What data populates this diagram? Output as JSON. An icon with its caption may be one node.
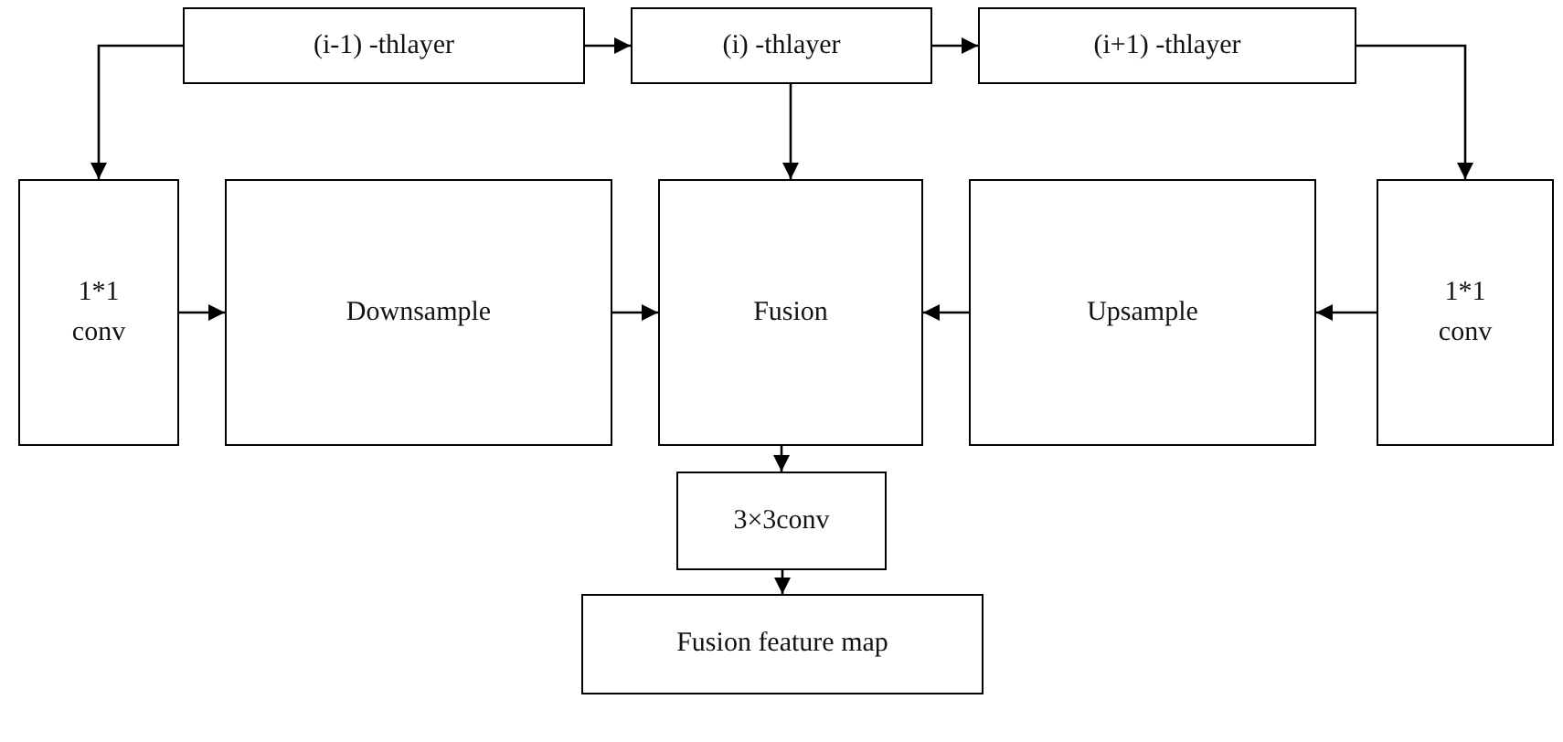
{
  "diagram": {
    "nodes": [
      {
        "text": [
          "(i-1) -thlayer"
        ]
      },
      {
        "text": [
          "(i) -thlayer"
        ]
      },
      {
        "text": [
          "(i+1) -thlayer"
        ]
      },
      {
        "text": [
          "1*1 conv"
        ]
      },
      {
        "text": [
          "Downsample"
        ]
      },
      {
        "text": [
          "Fusion"
        ]
      },
      {
        "text": [
          "Upsample"
        ]
      },
      {
        "text": [
          "1*1 conv"
        ]
      },
      {
        "text": [
          "3×3conv"
        ]
      },
      {
        "text": [
          "Fusion feature map"
        ]
      }
    ],
    "edges": [
      {
        "from": 0,
        "to": 1,
        "arrow": "to"
      },
      {
        "from": 1,
        "to": 2,
        "arrow": "to"
      },
      {
        "from": 0,
        "to": 3,
        "arrow": "to"
      },
      {
        "from": 1,
        "to": 5,
        "arrow": "to"
      },
      {
        "from": 2,
        "to": 7,
        "arrow": "to"
      },
      {
        "from": 3,
        "to": 4,
        "arrow": "to"
      },
      {
        "from": 4,
        "to": 5,
        "arrow": "to"
      },
      {
        "from": 6,
        "to": 5,
        "arrow": "to"
      },
      {
        "from": 7,
        "to": 6,
        "arrow": "to"
      },
      {
        "from": 5,
        "to": 8,
        "arrow": "to"
      },
      {
        "from": 8,
        "to": 9,
        "arrow": "to"
      }
    ]
  }
}
